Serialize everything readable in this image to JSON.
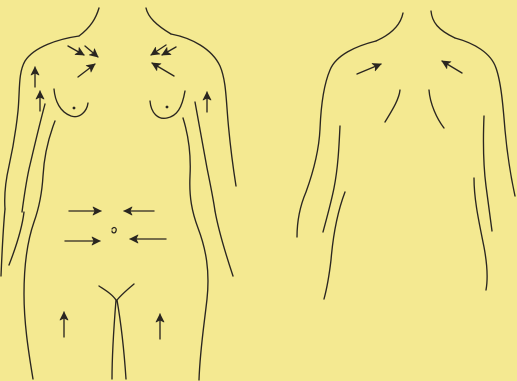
{
  "background": "#f4e991",
  "stroke_color": "#2a2620",
  "figures": [
    "front-view",
    "back-view"
  ],
  "arrow_groups": {
    "front_upper_chest": 6,
    "front_upper_arms": 3,
    "front_abdomen": 4,
    "front_thighs": 2,
    "back_shoulders": 2
  }
}
